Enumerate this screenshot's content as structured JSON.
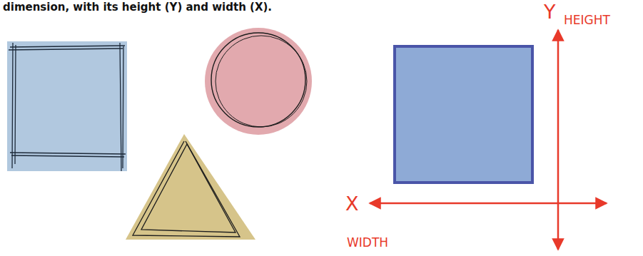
{
  "diagram": {
    "labels": [
      "dimension, with its height (Y) and width (X).",
      "Y",
      "HEIGHT",
      "X",
      "WIDTH"
    ]
  }
}
